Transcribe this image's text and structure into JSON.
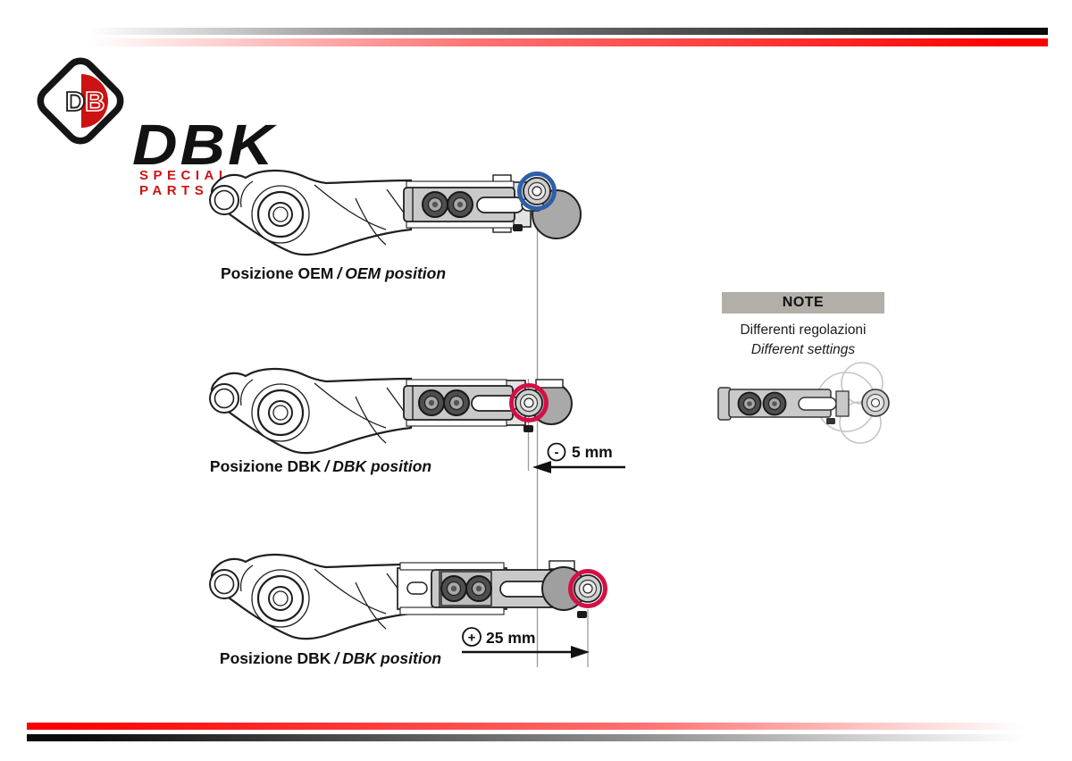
{
  "brand": {
    "name": "DBK",
    "tagline": "SPECIAL PARTS",
    "emblem_d": "D",
    "emblem_b": "B"
  },
  "colors": {
    "stripe_red": "#fe0000",
    "logo_red": "#cc1212",
    "highlight_blue": "#2d5fa6",
    "highlight_red": "#d40f45",
    "note_bar_bg": "#b2afa9"
  },
  "figures": [
    {
      "id": "oem",
      "label_primary": "Posizione OEM",
      "label_separator": "/",
      "label_secondary": "OEM position",
      "highlight": "blue"
    },
    {
      "id": "dbk-minus",
      "label_primary": "Posizione DBK",
      "label_separator": "/",
      "label_secondary": "DBK position",
      "highlight": "red",
      "measurement": {
        "sign": "-",
        "value": "5 mm",
        "direction": "left"
      }
    },
    {
      "id": "dbk-plus",
      "label_primary": "Posizione DBK",
      "label_separator": "/",
      "label_secondary": "DBK position",
      "highlight": "red",
      "measurement": {
        "sign": "+",
        "value": "25 mm",
        "direction": "right"
      }
    }
  ],
  "note": {
    "title": "NOTE",
    "line1": "Differenti regolazioni",
    "line2": "Different settings"
  }
}
